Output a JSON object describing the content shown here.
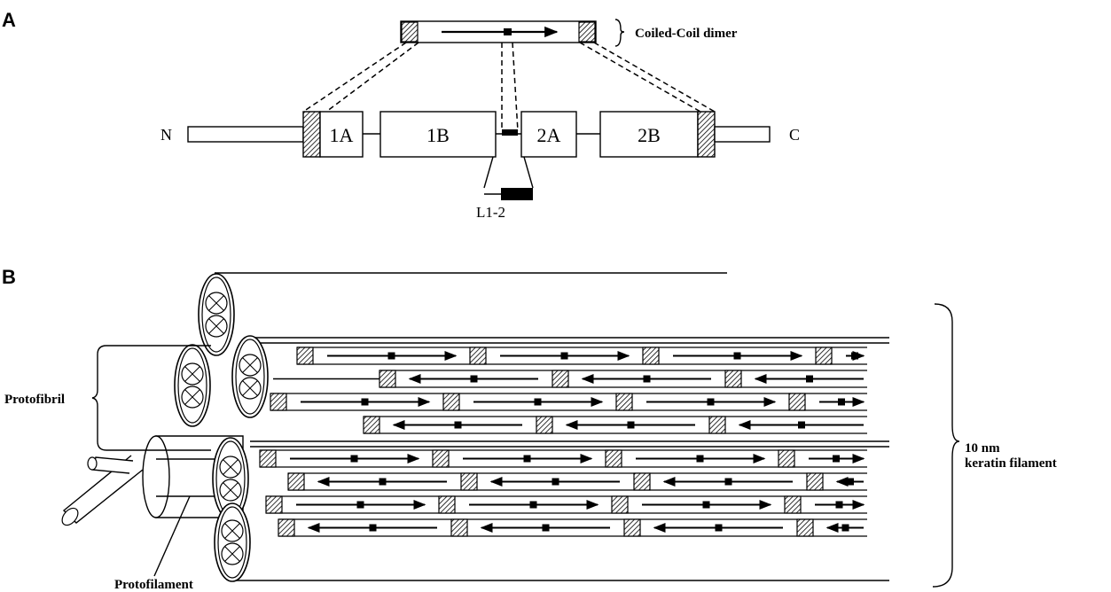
{
  "panels": {
    "a": "A",
    "b": "B"
  },
  "panel_a": {
    "dimer_label": "Coiled-Coil dimer",
    "n_terminus": "N",
    "c_terminus": "C",
    "segments": [
      "1A",
      "1B",
      "2A",
      "2B"
    ],
    "linker_label": "L1-2"
  },
  "panel_b": {
    "protofibril_label": "Protofibril",
    "protofilament_label": "Protofilament",
    "filament_label_line1": "10 nm",
    "filament_label_line2": "keratin filament"
  }
}
